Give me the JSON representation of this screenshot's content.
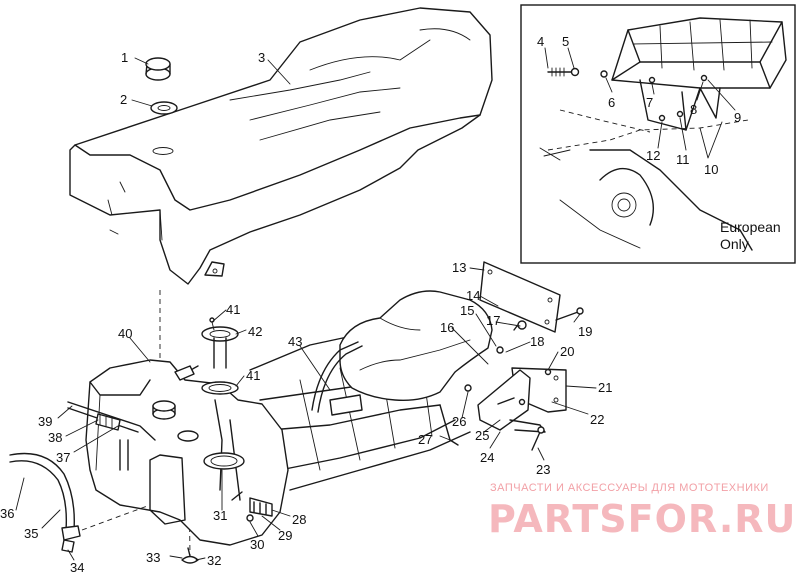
{
  "callouts": [
    {
      "id": "c1",
      "label": "1"
    },
    {
      "id": "c2",
      "label": "2"
    },
    {
      "id": "c3",
      "label": "3"
    },
    {
      "id": "c4",
      "label": "4"
    },
    {
      "id": "c5",
      "label": "5"
    },
    {
      "id": "c6",
      "label": "6"
    },
    {
      "id": "c7",
      "label": "7"
    },
    {
      "id": "c8",
      "label": "8"
    },
    {
      "id": "c9",
      "label": "9"
    },
    {
      "id": "c10",
      "label": "10"
    },
    {
      "id": "c11",
      "label": "11"
    },
    {
      "id": "c12",
      "label": "12"
    },
    {
      "id": "c13",
      "label": "13"
    },
    {
      "id": "c14",
      "label": "14"
    },
    {
      "id": "c15",
      "label": "15"
    },
    {
      "id": "c16",
      "label": "16"
    },
    {
      "id": "c17",
      "label": "17"
    },
    {
      "id": "c18",
      "label": "18"
    },
    {
      "id": "c19",
      "label": "19"
    },
    {
      "id": "c20",
      "label": "20"
    },
    {
      "id": "c21",
      "label": "21"
    },
    {
      "id": "c22",
      "label": "22"
    },
    {
      "id": "c23",
      "label": "23"
    },
    {
      "id": "c24",
      "label": "24"
    },
    {
      "id": "c25",
      "label": "25"
    },
    {
      "id": "c26",
      "label": "26"
    },
    {
      "id": "c27",
      "label": "27"
    },
    {
      "id": "c28",
      "label": "28"
    },
    {
      "id": "c29",
      "label": "29"
    },
    {
      "id": "c30",
      "label": "30"
    },
    {
      "id": "c31",
      "label": "31"
    },
    {
      "id": "c32",
      "label": "32"
    },
    {
      "id": "c33",
      "label": "33"
    },
    {
      "id": "c34",
      "label": "34"
    },
    {
      "id": "c35",
      "label": "35"
    },
    {
      "id": "c36",
      "label": "36"
    },
    {
      "id": "c37",
      "label": "37"
    },
    {
      "id": "c38",
      "label": "38"
    },
    {
      "id": "c39",
      "label": "39"
    },
    {
      "id": "c40",
      "label": "40"
    },
    {
      "id": "c41a",
      "label": "41"
    },
    {
      "id": "c41b",
      "label": "41"
    },
    {
      "id": "c42",
      "label": "42"
    },
    {
      "id": "c43",
      "label": "43"
    }
  ],
  "inset": {
    "note_line1": "European",
    "note_line2": "Only"
  },
  "watermark": {
    "tagline": "ЗАПЧАСТИ И АКСЕССУАРЫ ДЛЯ МОТОТЕХНИКИ",
    "brand": "PARTSFOR.RU",
    "color": "#f5b8bd"
  }
}
